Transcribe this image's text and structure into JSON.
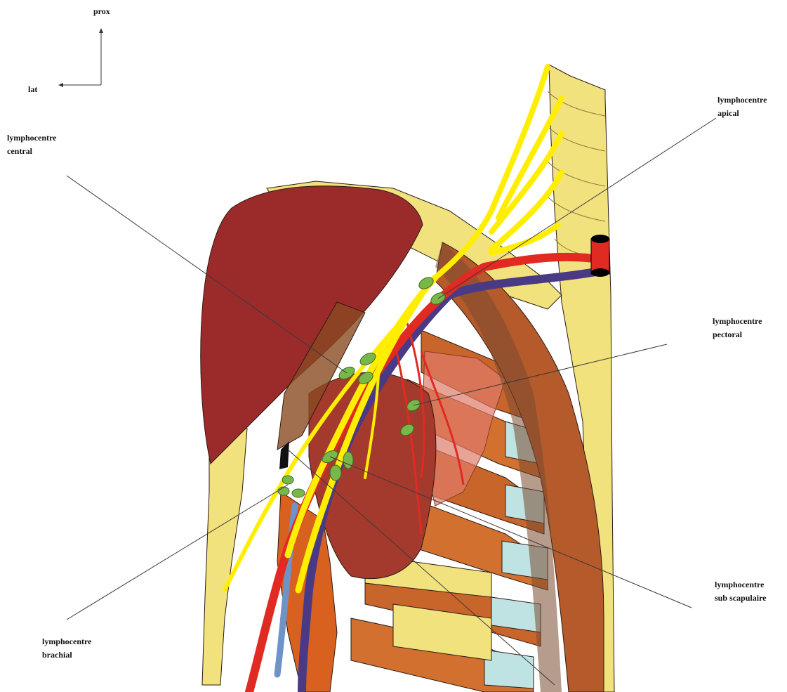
{
  "orientation": {
    "proximal": "prox",
    "lateral": "lat"
  },
  "labels": {
    "apical": [
      "lymphocentre",
      "apical"
    ],
    "central": [
      "lymphocentre",
      "central"
    ],
    "pectoral": [
      "lymphocentre",
      "pectoral"
    ],
    "subscapular": [
      "lymphocentre",
      "sub scapulaire"
    ],
    "brachial": [
      "lymphocentre",
      "brachial"
    ]
  },
  "colors": {
    "bone": "#f1e27e",
    "muscle_dark": "#9b2b2b",
    "muscle_brown": "#b55a2a",
    "muscle_orange": "#d1702f",
    "nerve": "#ffee00",
    "artery": "#e02a22",
    "vein": "#4a3a86",
    "vein_light": "#6d93c7",
    "cartilage": "#bfe3e2",
    "lymph_node": "#78b84a"
  }
}
